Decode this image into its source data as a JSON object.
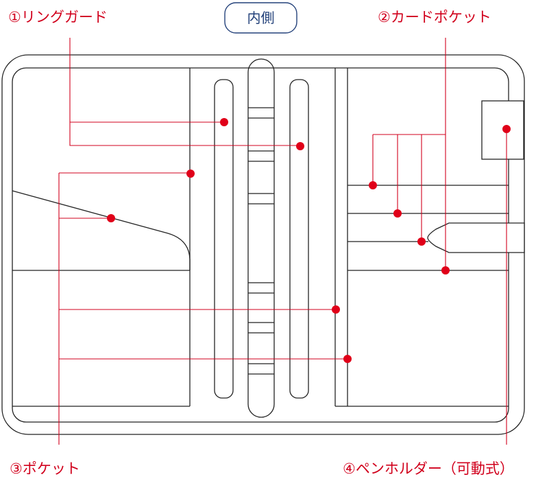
{
  "title": "内側",
  "labels": {
    "ring_guard": "①リングガード",
    "card_pocket": "②カードポケット",
    "pocket": "③ポケット",
    "pen_holder": "④ペンホルダー（可動式）"
  },
  "colors": {
    "outline": "#222222",
    "callout": "#d1001c",
    "dot": "#e00019",
    "title_border": "#23417a",
    "title_text": "#23417a"
  }
}
